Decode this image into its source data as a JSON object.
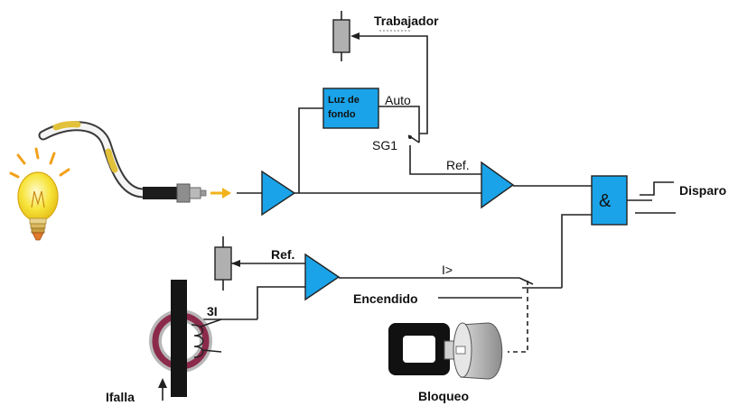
{
  "labels": {
    "trabajador": "Trabajador",
    "luz_de_fondo_1": "Luz de",
    "luz_de_fondo_2": "fondo",
    "auto": "Auto",
    "sg1": "SG1",
    "ref_top": "Ref.",
    "ref_bottom": "Ref.",
    "and_symbol": "&",
    "disparo": "Disparo",
    "i_gt": "I>",
    "encendido": "Encendido",
    "three_i": "3I",
    "ifalla": "Ifalla",
    "bloqueo": "Bloqueo"
  },
  "colors": {
    "block_blue": "#1aa3e8",
    "bulb_yellow": "#f7e43a",
    "ring_maroon": "#8b2a4a",
    "ring_grey": "#b8b8b8",
    "cable_yellow": "#e2c13b",
    "wire": "#222222"
  }
}
